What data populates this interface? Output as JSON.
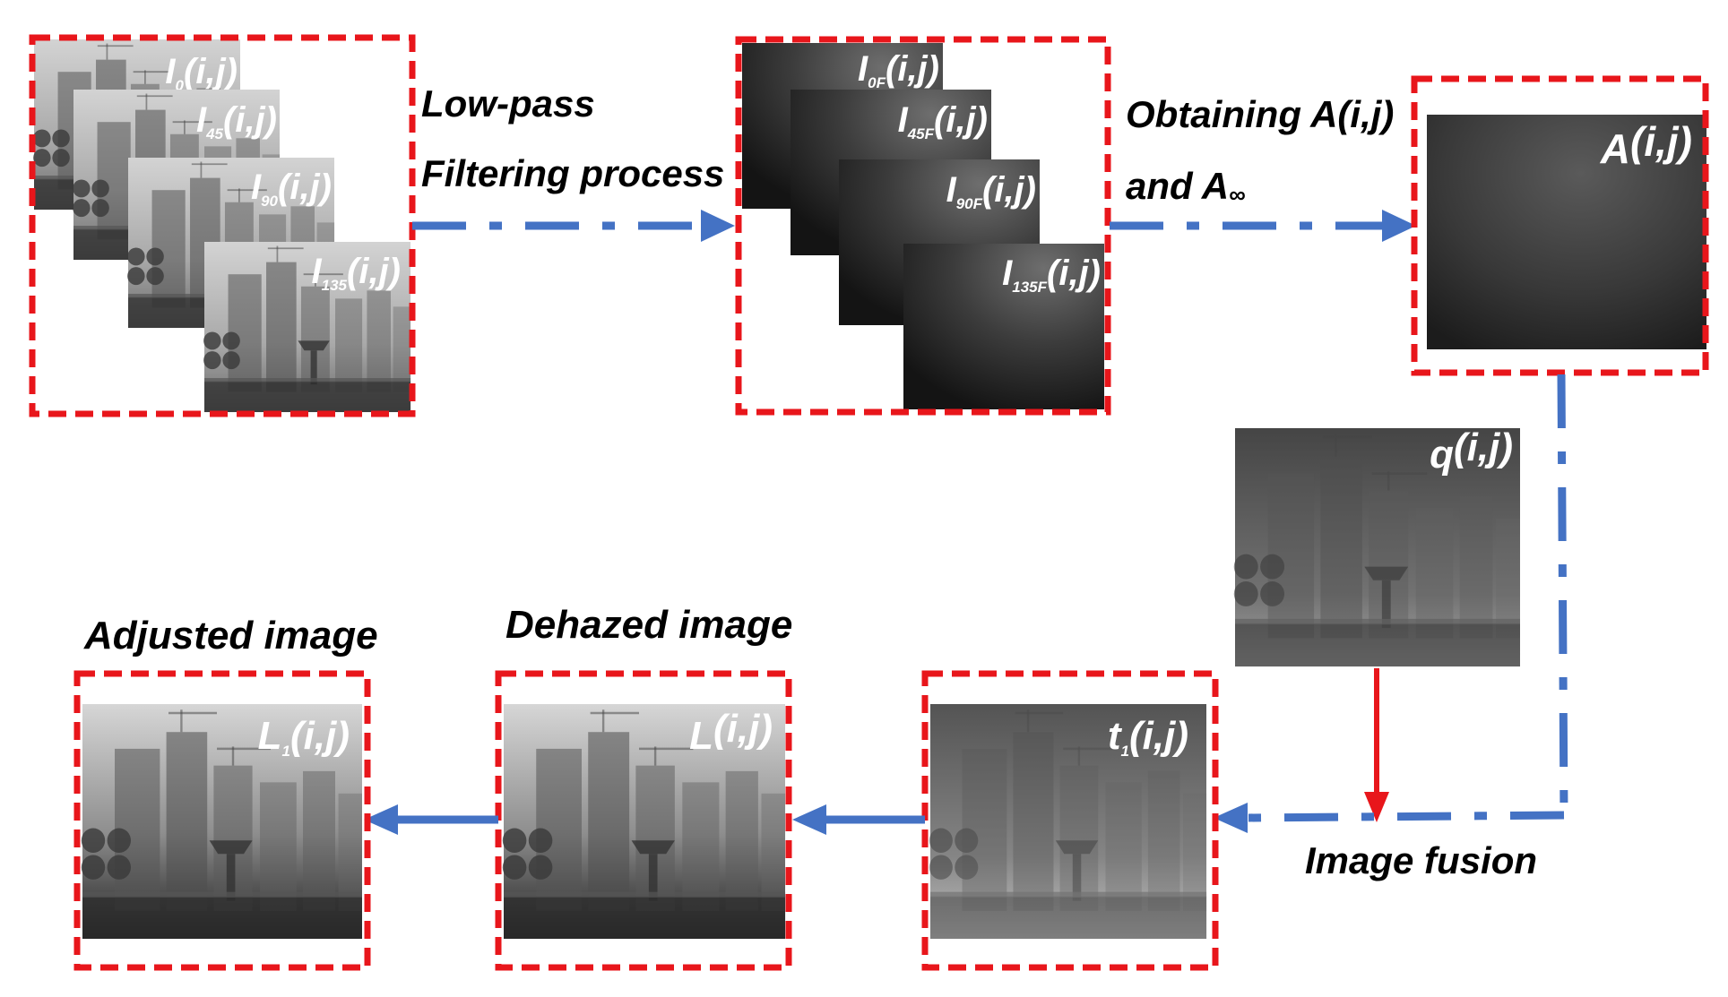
{
  "colors": {
    "frame": "#e8161b",
    "flow": "#4472c4",
    "fusion_arrow": "#e8161b"
  },
  "steps": {
    "low_pass_1": "Low-pass",
    "low_pass_2": "Filtering process",
    "obtain_1": "Obtaining A(i,j)",
    "obtain_2_main": "and A",
    "obtain_2_sub": "∞",
    "fusion": "Image fusion"
  },
  "captions": {
    "adjusted": "Adjusted image",
    "dehazed": "Dehazed image"
  },
  "labels": {
    "i0": {
      "base": "I",
      "sub": "0",
      "arg": "(i,j)"
    },
    "i45": {
      "base": "I",
      "sub": "45",
      "arg": "(i,j)"
    },
    "i90": {
      "base": "I",
      "sub": "90",
      "arg": "(i,j)"
    },
    "i135": {
      "base": "I",
      "sub": "135",
      "arg": "(i,j)"
    },
    "i0f": {
      "base": "I",
      "sub": "0F",
      "arg": "(i,j)"
    },
    "i45f": {
      "base": "I",
      "sub": "45F",
      "arg": "(i,j)"
    },
    "i90f": {
      "base": "I",
      "sub": "90F",
      "arg": "(i,j)"
    },
    "i135f": {
      "base": "I",
      "sub": "135F",
      "arg": "(i,j)"
    },
    "a": {
      "base": "A",
      "sub": "",
      "arg": "(i,j)"
    },
    "q": {
      "base": "q",
      "sub": "",
      "arg": "(i,j)"
    },
    "t1": {
      "base": "t",
      "sub": "1",
      "arg": "(i,j)"
    },
    "l": {
      "base": "L",
      "sub": "",
      "arg": "(i,j)"
    },
    "l1": {
      "base": "L",
      "sub": "1",
      "arg": "(i,j)"
    }
  }
}
